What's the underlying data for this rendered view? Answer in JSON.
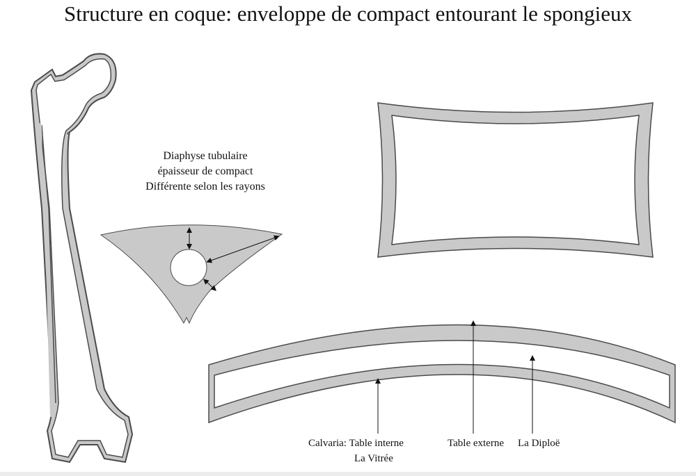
{
  "title": "Structure en coque: enveloppe de compact entourant le spongieux",
  "diaphyse": {
    "line1": "Diaphyse tubulaire",
    "line2": "épaisseur de compact",
    "line3": "Différente selon les rayons"
  },
  "calvaria": {
    "label_interne": "Calvaria: Table interne",
    "label_vitree": "La Vitrée",
    "label_externe": "Table externe",
    "label_diploe": "La Diploë"
  },
  "colors": {
    "cortex": "#c9c9c9",
    "outline": "#4a4a4a"
  }
}
